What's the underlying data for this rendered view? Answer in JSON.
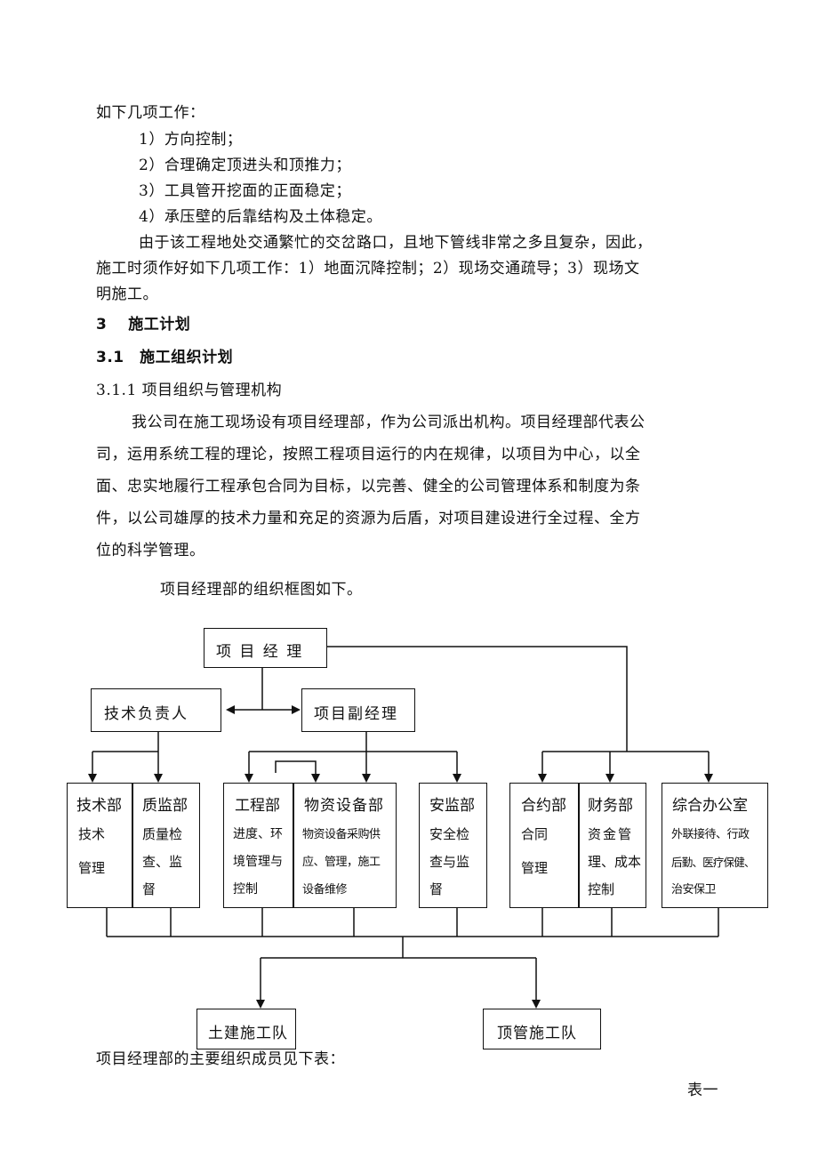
{
  "paragraphs": {
    "p1": "如下几项工作：",
    "item1": "1）方向控制；",
    "item2": "2）合理确定顶进头和顶推力；",
    "item3": "3）工具管开挖面的正面稳定；",
    "item4": "4）承压壁的后靠结构及土体稳定。",
    "p2_l1": "由于该工程地处交通繁忙的交岔路口，且地下管线非常之多且复杂，因此，",
    "p2_l2": "施工时须作好如下几项工作：1）地面沉降控制；2）现场交通疏导；3）现场文",
    "p2_l3": "明施工。",
    "h3": "3　 施工计划",
    "h31": "3.1　施工组织计划",
    "h311": "3.1.1 项目组织与管理机构",
    "p3_l1": "我公司在施工现场设有项目经理部，作为公司派出机构。项目经理部代表公",
    "p3_l2": "司，运用系统工程的理论，按照工程项目运行的内在规律，以项目为中心，以全",
    "p3_l3": "面、忠实地履行工程承包合同为目标，以完善、健全的公司管理体系和制度为条",
    "p3_l4": "件，以公司雄厚的技术力量和充足的资源为后盾，对项目建设进行全过程、全方",
    "p3_l5": "位的科学管理。",
    "p4": "项目经理部的组织框图如下。",
    "p5": "项目经理部的主要组织成员见下表：",
    "table_label": "表一"
  },
  "org": {
    "pm": "项 目 经 理",
    "tech_lead": "技术负责人",
    "deputy": "项目副经理",
    "depts": [
      {
        "name": "技术部",
        "lines": [
          "技术",
          "管理"
        ]
      },
      {
        "name": "质监部",
        "lines": [
          "质量检",
          "查、监",
          "督"
        ]
      },
      {
        "name": "工程部",
        "lines": [
          "进度、环",
          "境管理与",
          "控制"
        ]
      },
      {
        "name": "物资设备部",
        "lines": [
          "物资设备采购供",
          "应、管理，施工",
          "设备维修"
        ]
      },
      {
        "name": "安监部",
        "lines": [
          "安全检",
          "查与监",
          "督"
        ]
      },
      {
        "name": "合约部",
        "lines": [
          "合同",
          "管理"
        ]
      },
      {
        "name": "财务部",
        "lines": [
          "资金管",
          "理、成本",
          "控制"
        ]
      },
      {
        "name": "综合办公室",
        "lines": [
          "外联接待、行政",
          "后勤、医疗保健、",
          "治安保卫"
        ]
      }
    ],
    "team1": "土建施工队",
    "team2": "顶管施工队"
  }
}
